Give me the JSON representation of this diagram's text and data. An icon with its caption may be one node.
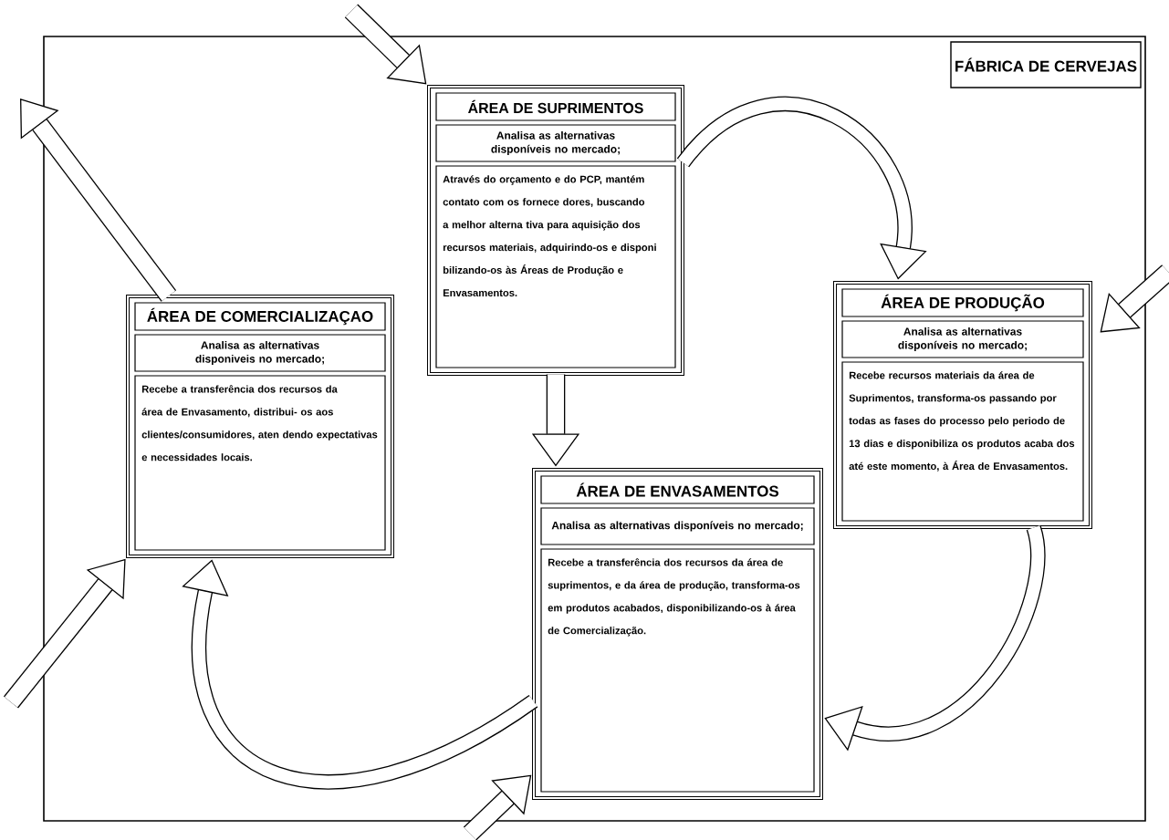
{
  "diagram": {
    "nodes": [
      {
        "text": [
          "FÁBRICA DE CERVEJAS"
        ]
      },
      {
        "text": [
          "ÁREA DE SUPRIMENTOS",
          "Analisa as alternativas disponíveis no mercado;",
          "Através do  orçamento e do PCP, mantém contato com os fornece dores, buscando a melhor alterna tiva para aquisição dos recursos materiais, adquirindo-os e disponi bilizando-os às Áreas de Produção e Envasamentos."
        ],
        "in": 0
      },
      {
        "text": [
          "ÁREA DE PRODUÇÃO",
          "Analisa as alternativas disponíveis no mercado;",
          "Recebe recursos materiais da área de Suprimentos, transforma-os passando por todas as fases do processo pelo periodo de 13 dias e disponibiliza os produtos acaba dos até este momento, à Área de Envasamentos."
        ],
        "in": 0
      },
      {
        "text": [
          "ÁREA DE ENVASAMENTOS",
          "Analisa as alternativas disponíveis no mercado;",
          "Recebe a transferência dos recursos da área de suprimentos, e da área de produção, transforma-os em produtos acabados, disponibilizando-os à área de Comercialização."
        ],
        "in": 0
      },
      {
        "text": [
          "ÁREA DE COMERCIALIZAÇAO",
          "Analisa as alternativas disponiveis no mercado;",
          "Recebe a transferência dos recursos da área de Envasamento, distribui- os aos clientes/consumidores, aten dendo expectativas e necessidades locais."
        ],
        "in": 0
      }
    ],
    "edges": [
      {
        "from": 1,
        "to": 2,
        "arrow": "to"
      },
      {
        "from": 2,
        "to": 3,
        "arrow": "to"
      },
      {
        "from": 3,
        "to": 4,
        "arrow": "to"
      },
      {
        "from": 1,
        "to": 3,
        "arrow": "to"
      },
      {
        "from": null,
        "to": 1,
        "arrow": "to"
      },
      {
        "from": 4,
        "to": null,
        "arrow": "to"
      },
      {
        "from": null,
        "to": 4,
        "arrow": "to"
      },
      {
        "from": null,
        "to": 2,
        "arrow": "to"
      },
      {
        "from": null,
        "to": 3,
        "arrow": "to"
      }
    ]
  }
}
